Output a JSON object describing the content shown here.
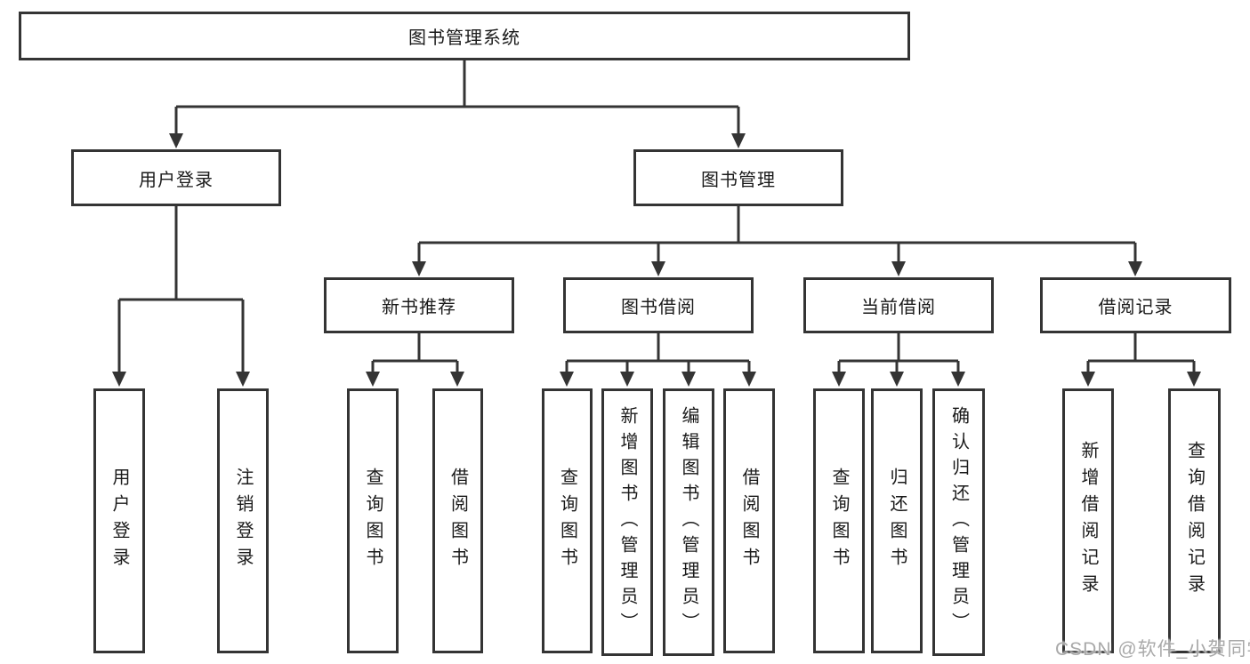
{
  "colors": {
    "line": "#343434",
    "text": "#1a1a1a",
    "background": "#ffffff",
    "watermark": "#a9a9a9"
  },
  "tree": {
    "root": "图书管理系统",
    "branches": [
      {
        "label": "用户登录",
        "children": [
          "用户登录",
          "注销登录"
        ]
      },
      {
        "label": "图书管理",
        "groups": [
          {
            "label": "新书推荐",
            "children": [
              "查询图书",
              "借阅图书"
            ]
          },
          {
            "label": "图书借阅",
            "children": [
              "查询图书",
              "新增图书（管理员）",
              "编辑图书（管理员）",
              "借阅图书"
            ]
          },
          {
            "label": "当前借阅",
            "children": [
              "查询图书",
              "归还图书",
              "确认归还（管理员）"
            ]
          },
          {
            "label": "借阅记录",
            "children": [
              "新增借阅记录",
              "查询借阅记录"
            ]
          }
        ]
      }
    ]
  },
  "watermark": "CSDN @软件_小贺同学"
}
